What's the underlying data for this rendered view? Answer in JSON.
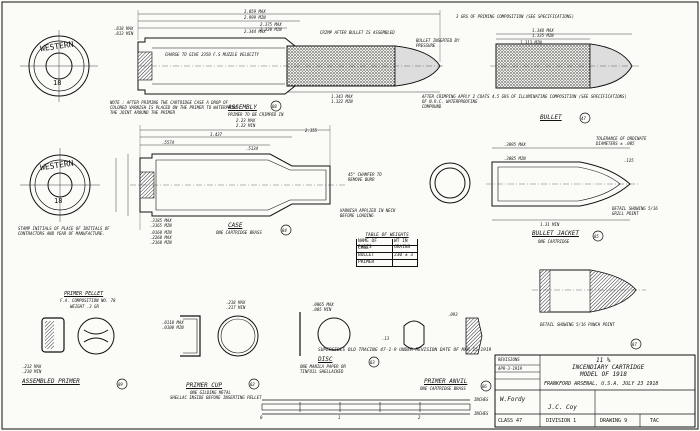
{
  "sheet": {
    "ammo_title": "11 %",
    "cartridge_title": "INCENDIARY CARTRIDGE",
    "model": "MODEL OF 1918",
    "arsenal": "FRANKFORD ARSENAL, U.S.A. JULY 23 1918",
    "supersedes": "SUPERSEDES OLD TRACING 47-1-9 UNDER REVISION DATE OF MAR 15 1919",
    "class_label": "CLASS 47",
    "division_label": "DIVISION 1",
    "drawing_label": "DRAWING 9",
    "sheet_label": "TAC",
    "signature_1": "W.Fordy",
    "signature_2": "J.C. Coy",
    "revisions": "REVISIONS",
    "date_rev": "APR-3-1919"
  },
  "headstamp": {
    "maker": "WESTERN",
    "year": "18",
    "stamp_note": "STAMP INITIALS OF PLACE OF INITIALS OF CONTRACTORS AND YEAR OF MANUFACTURE."
  },
  "assembly": {
    "caption": "ASSEMBLY",
    "note_primer": "NOTE : AFTER PRIMING THE CARTRIDGE CASE A DROP OF COLORED VARNISH IS PLACED ON THE PRIMER TO WATERPROOF THE JOINT AROUND THE PRIMER",
    "primer_note": "PRIMER TO BE CRIMPED IN",
    "charge": "CHARGE TO GIVE 2350 F.S MUZZLE VELOCITY",
    "crimp": "CRIMP AFTER BULLET IS ASSEMBLED",
    "bullet_inserted": "BULLET INSERTED BY PRESSURE",
    "dims": [
      "3.059 MAX",
      "2.999 MIN",
      "2.375 MAX",
      "2.320 MIN",
      "2.344 MAX",
      ".818 MAX",
      ".813 MIN",
      "1.343 MAX",
      "1.322 MIN"
    ]
  },
  "bullet": {
    "caption": "BULLET",
    "composition_top": "3 GRS OF PRIMING COMPOSITION (SEE SPECIFICATIONS)",
    "composition_bottom": "4.5 GRS OF ILLUMINATING COMPOSITION (SEE SPECIFICATIONS)",
    "crimp_note": "AFTER CRIMPING APPLY 2 COATS OF N.R.C. WATERPROOFING COMPOUND",
    "dims": [
      "1.348 MAX",
      "1.335 MIN",
      "1.313 MIN"
    ]
  },
  "case": {
    "caption": "CASE",
    "material": "ONE CARTRIDGE BRASS",
    "chamfer": "45° CHAMFER TO REMOVE BURR",
    "varnish": "VARNISH APPLIED IN NECK BEFORE LOADING",
    "dims": [
      "2.23 MAX",
      "2.22 MIN",
      "1.437",
      "2.155",
      ".5574",
      ".5134",
      ".3185 MAX",
      ".3165 MIN",
      ".0160 MIN",
      ".2260 MAX",
      ".2160 MIN"
    ]
  },
  "bullet_jacket": {
    "caption": "BULLET JACKET",
    "material": "ONE CARTRIDGE",
    "tolerance": "TOLERANCE OF ORDINATE DIAMETERS ± .005",
    "detail_hole": "DETAIL SHOWING 5/16 GRILL POINT",
    "detail_punch": "DETAIL SHOWING 5/16 PUNCH POINT",
    "dims": [
      ".3095 MAX",
      ".3085 MIN",
      ".125",
      "1.31 MIN"
    ]
  },
  "weights_table": {
    "title": "TABLE OF WEIGHTS",
    "headers": [
      "NAME OF PARTS",
      "WT IN GRAINS"
    ],
    "rows": [
      {
        "name": "CASE",
        "wt": ""
      },
      {
        "name": "BULLET",
        "wt": "230 ± 3"
      },
      {
        "name": "PRIMER",
        "wt": ""
      }
    ]
  },
  "primer_parts": {
    "assembled_primer": "ASSEMBLED PRIMER",
    "primer_pellet": "PRIMER PELLET",
    "pellet_note": "F.A. COMPOSITION NO. 70",
    "pellet_weight": "WEIGHT .3 GR",
    "primer_cup": "PRIMER CUP",
    "cup_material": "ONE GILDING METAL",
    "cup_note": "SHELLAC INSIDE BEFORE INSERTING PELLET",
    "disc": "DISC",
    "disc_material": "ONE MANILA PAPER OR TINFOIL SHELLACKED",
    "primer_anvil": "PRIMER ANVIL",
    "anvil_material": "ONE CARTRIDGE BRASS",
    "dims": [
      ".212 MAX",
      ".210 MIN",
      ".0065 MAX",
      ".005 MIN",
      ".0110 MAX",
      ".0100 MIN",
      ".218 MAX",
      ".217 MIN",
      ".093",
      ".13"
    ]
  },
  "scale": {
    "label_top": "INCHES",
    "label_bottom": "INCHES",
    "ticks": [
      "0",
      "1",
      "2"
    ]
  },
  "badges": [
    "88",
    "47",
    "84",
    "85",
    "89",
    "82",
    "83",
    "86",
    "87"
  ]
}
